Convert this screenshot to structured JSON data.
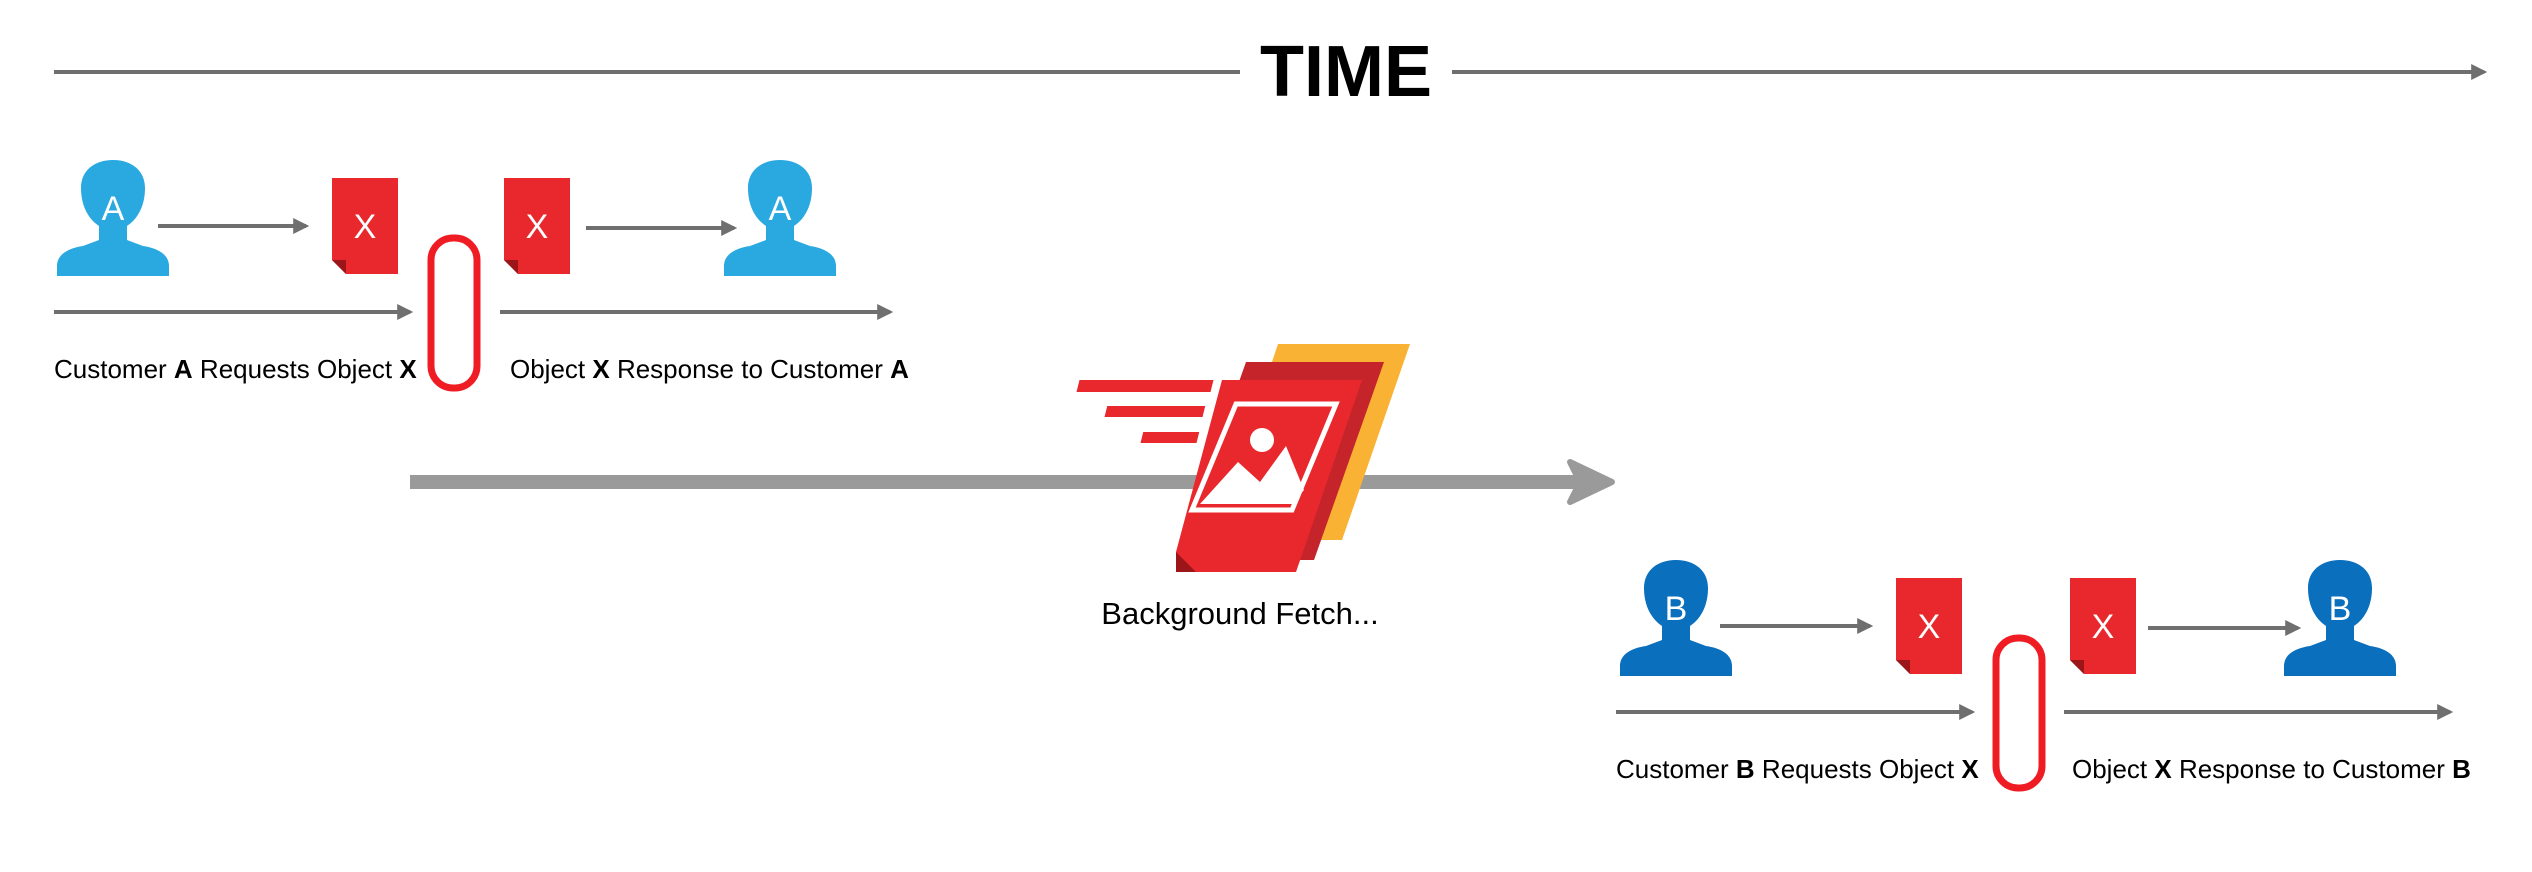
{
  "title": "TIME",
  "colors": {
    "axis": "#6f6f6f",
    "bg_arrow": "#9a9a9a",
    "customer_a": "#2aa8e0",
    "customer_b": "#0a6fbd",
    "object_red": "#e8282c",
    "object_dark": "#b71c1f",
    "cache_outline": "#ef1c24",
    "orange": "#f9b233"
  },
  "row_a": {
    "customer_letter": "A",
    "object_letter": "X",
    "request_caption": {
      "pre": "Customer ",
      "b1": "A",
      "mid": " Requests Object ",
      "b2": "X"
    },
    "response_caption": {
      "pre": "Object ",
      "b1": "X",
      "mid": " Response to Customer ",
      "b2": "A"
    }
  },
  "row_b": {
    "customer_letter": "B",
    "object_letter": "X",
    "request_caption": {
      "pre": "Customer ",
      "b1": "B",
      "mid": " Requests Object ",
      "b2": "X"
    },
    "response_caption": {
      "pre": "Object ",
      "b1": "X",
      "mid": " Response to Customer ",
      "b2": "B"
    }
  },
  "background_fetch": {
    "label": "Background Fetch..."
  },
  "icons": {
    "customer": "user-silhouette-icon",
    "object": "document-icon",
    "fetch": "image-card-icon",
    "cache": "cache-slot-icon"
  }
}
